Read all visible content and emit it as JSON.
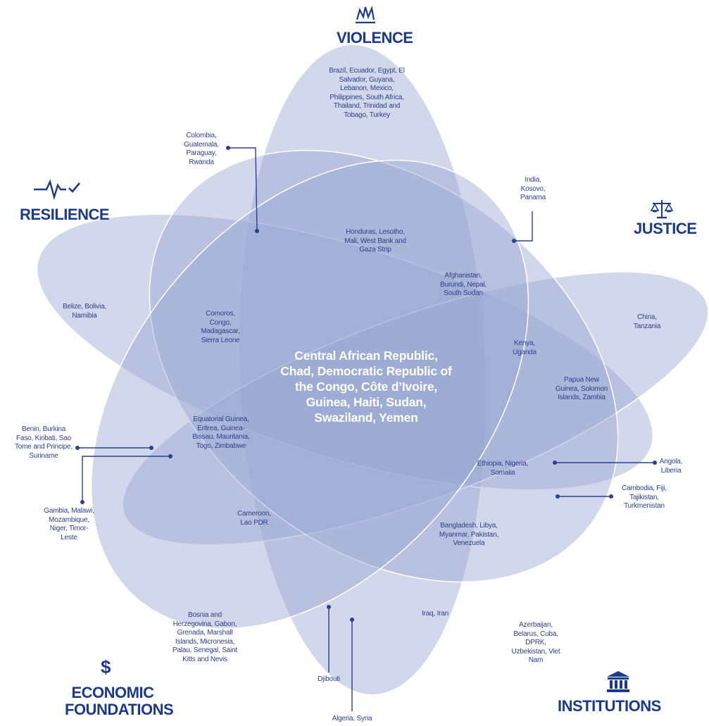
{
  "dimensions": {
    "violence": "VIOLENCE",
    "justice": "JUSTICE",
    "institutions": "INSTITUTIONS",
    "economic": "ECONOMIC FOUNDATIONS",
    "resilience": "RESILIENCE"
  },
  "groups": {
    "core": "Central African Republic, Chad, Democratic Republic of the Congo, Côte d’Ivoire, Guinea, Haiti, Sudan, Swaziland, Yemen",
    "violence_only": "Brazil, Ecuador, Egypt, El Salvador, Guyana, Lebanon, Mexico, Philippines, South Africa, Thailand, Trinidad and Tobago, Turkey",
    "colombia": "Colombia, Guatemala, Paraguay, Rwanda",
    "india": "India, Kosovo, Panama",
    "honduras": "Honduras, Lesotho, Mali, West Bank and Gaza Strip",
    "afghanistan": "Afghanistan, Burundi, Nepal, South Sudan",
    "belize": "Belize, Bolivia, Namibia",
    "comoros": "Comoros, Congo, Madagascar, Sierra Leone",
    "kenya": "Kenya, Uganda",
    "china": "China, Tanzania",
    "papua": "Papua New Guinea, Solomon Islands, Zambia",
    "benin": "Benin, Burkina Faso, Kiribati, Sao Tome and Principe, Suriname",
    "equatorial": "Equatorial Guinea, Eritrea, Guinea-Bissau, Mauritania, Togo, Zimbabwe",
    "ethiopia": "Ethiopia, Nigeria, Somalia",
    "angola": "Angola, Liberia",
    "cambodia": "Cambodia, Fiji, Tajikistan, Turkmenistan",
    "gambia": "Gambia, Malawi, Mozambique, Niger, Timor-Leste",
    "cameroon": "Cameroon, Lao PDR",
    "bangladesh": "Bangladesh, Libya, Myanmar, Pakistan, Venezuela",
    "iraq": "Iraq, Iran",
    "bosnia": "Bosnia and Herzegovina, Gabon, Grenada, Marshall Islands, Micronesia, Palau, Senegal, Saint Kitts and Nevis",
    "azerbaijan": "Azerbaijan, Belarus, Cuba, DPRK, Uzbekistan, Viet Nam",
    "djibouti": "Djibouti",
    "algeria": "Algeria, Syria"
  },
  "colors": {
    "petal_fill": "#9aa9d3",
    "petal_stroke": "#ffffff",
    "label": "#1a3a8c",
    "text": "#2d3f8a"
  },
  "icons": [
    "violence-icon",
    "justice-icon",
    "institutions-icon",
    "economic-icon",
    "resilience-icon"
  ]
}
